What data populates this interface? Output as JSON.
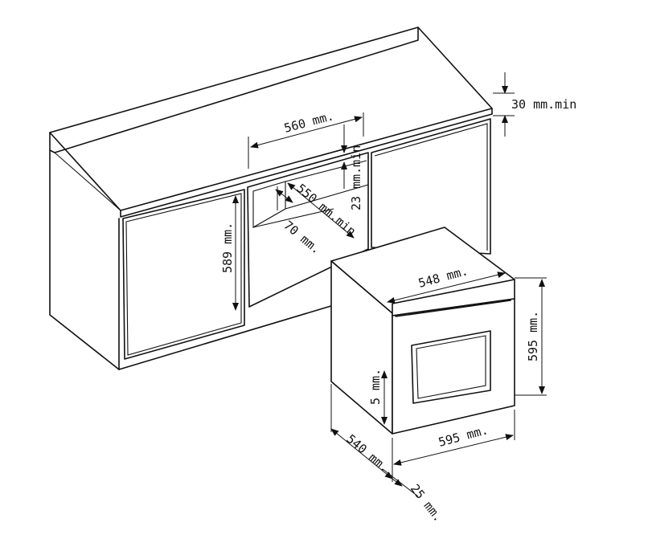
{
  "dimensions": {
    "cabinet_opening_width": "560 mm.",
    "countertop_clearance": "30 mm.min",
    "top_clearance": "23 mm.min",
    "cabinet_depth": "550 mm.min",
    "rear_gap": "70 mm.",
    "cabinet_opening_height": "589 mm.",
    "oven_body_width": "548 mm.",
    "oven_height": "595 mm.",
    "oven_front_width": "595 mm.",
    "oven_depth": "540 mm.",
    "panel_offset": "5 mm.",
    "front_panel_depth": "25 mm."
  }
}
